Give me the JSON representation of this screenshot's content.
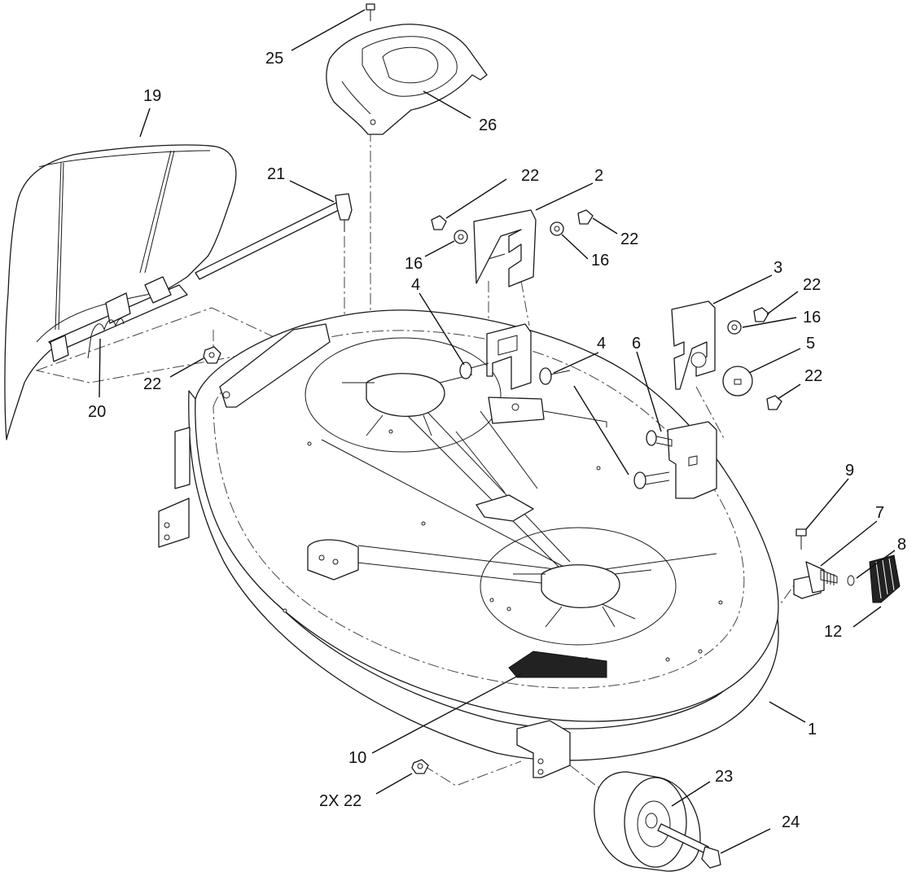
{
  "callouts": [
    {
      "id": "c25",
      "text": "25"
    },
    {
      "id": "c26",
      "text": "26"
    },
    {
      "id": "c19",
      "text": "19"
    },
    {
      "id": "c21",
      "text": "21"
    },
    {
      "id": "c22a",
      "text": "22"
    },
    {
      "id": "c2",
      "text": "2"
    },
    {
      "id": "c22b",
      "text": "22"
    },
    {
      "id": "c16a",
      "text": "16"
    },
    {
      "id": "c16b",
      "text": "16"
    },
    {
      "id": "c3",
      "text": "3"
    },
    {
      "id": "c22c",
      "text": "22"
    },
    {
      "id": "c16c",
      "text": "16"
    },
    {
      "id": "c4a",
      "text": "4"
    },
    {
      "id": "c4b",
      "text": "4"
    },
    {
      "id": "c6",
      "text": "6"
    },
    {
      "id": "c5",
      "text": "5"
    },
    {
      "id": "c22d",
      "text": "22"
    },
    {
      "id": "c22e",
      "text": "22"
    },
    {
      "id": "c20",
      "text": "20"
    },
    {
      "id": "c9",
      "text": "9"
    },
    {
      "id": "c7",
      "text": "7"
    },
    {
      "id": "c8",
      "text": "8"
    },
    {
      "id": "c12",
      "text": "12"
    },
    {
      "id": "c1",
      "text": "1"
    },
    {
      "id": "c10",
      "text": "10"
    },
    {
      "id": "c23",
      "text": "23"
    },
    {
      "id": "c24",
      "text": "24"
    },
    {
      "id": "c2x22",
      "text": "2X 22"
    }
  ]
}
